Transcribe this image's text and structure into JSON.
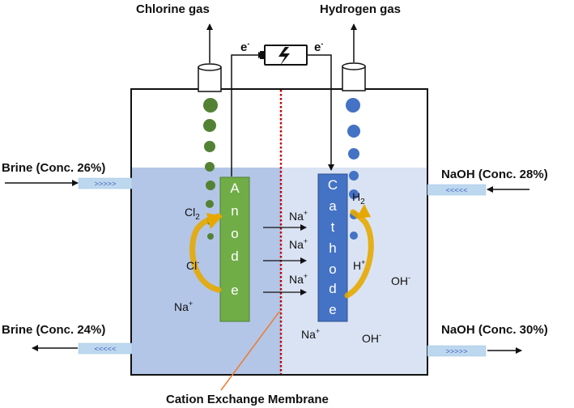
{
  "labels": {
    "chlorine_gas": "Chlorine gas",
    "hydrogen_gas": "Hydrogen gas",
    "electron": "e",
    "brine_in": "Brine (Conc. 26%)",
    "brine_out": "Brine (Conc. 24%)",
    "naoh_in": "NaOH (Conc. 28%)",
    "naoh_out": "NaOH (Conc. 30%)",
    "membrane": "Cation Exchange Membrane",
    "anode": "Anode",
    "cathode": "Cathode",
    "inlet_arrows_right": ">>>>>",
    "inlet_arrows_left": "<<<<<"
  },
  "anode_letters": [
    "A",
    "n",
    "o",
    "d",
    "e"
  ],
  "cathode_letters": [
    "C",
    "a",
    "t",
    "h",
    "o",
    "d",
    "e"
  ],
  "species": {
    "cl2": "Cl",
    "cl2_sub": "2",
    "cl_minus": "Cl",
    "minus": "-",
    "na": "Na",
    "plus": "+",
    "h2": "H",
    "h2_sub": "2",
    "h_plus": "H",
    "oh": "OH"
  },
  "colors": {
    "left_solution": "#b3c6e7",
    "right_solution": "#dae3f3",
    "anode": "#70ad47",
    "cathode": "#4472c4",
    "chlorine_bubbles": "#548235",
    "hydrogen_bubbles": "#4472c4",
    "curve_arrow": "#e6a800",
    "membrane": "#c00000",
    "pointer": "#ed7d31"
  }
}
